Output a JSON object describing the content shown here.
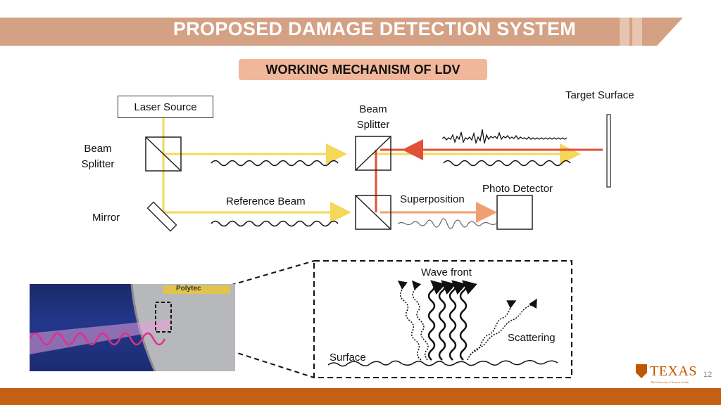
{
  "slide": {
    "title": "PROPOSED DAMAGE DETECTION SYSTEM",
    "subtitle": "WORKING MECHANISM OF LDV",
    "page_number": "12"
  },
  "diagram": {
    "laser_source": "Laser Source",
    "beam_splitter_left": [
      "Beam",
      "Splitter"
    ],
    "beam_splitter_right": [
      "Beam",
      "Splitter"
    ],
    "mirror": "Mirror",
    "reference_beam": "Reference Beam",
    "superposition": "Superposition",
    "photo_detector": "Photo Detector",
    "target_surface": "Target Surface"
  },
  "inset": {
    "wave_front": "Wave front",
    "scattering": "Scattering",
    "surface": "Surface"
  },
  "photo": {
    "brand_label": "Polytec"
  },
  "logo": {
    "word": "TEXAS",
    "sub": "The University of Texas at Austin"
  },
  "colors": {
    "yellow_beam": "#f5d75a",
    "red_beam": "#e0513a",
    "orange_arrow": "#f0a070",
    "title_band": "#d4a184",
    "subtitle_bg": "#f0b79a",
    "bottom_bar": "#c45f14"
  }
}
